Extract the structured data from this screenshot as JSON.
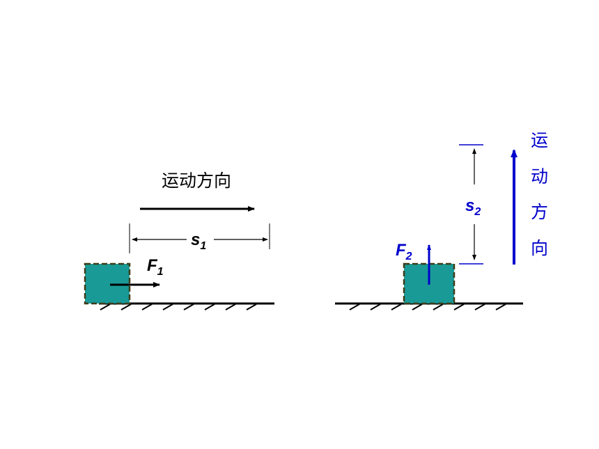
{
  "left_diagram": {
    "direction_label": "运动方向",
    "displacement_label": {
      "main": "s",
      "sub": "1"
    },
    "force_label": {
      "main": "F",
      "sub": "1"
    }
  },
  "right_diagram": {
    "direction_chars": [
      "运",
      "动",
      "方",
      "向"
    ],
    "displacement_label": {
      "main": "s",
      "sub": "2"
    },
    "force_label": {
      "main": "F",
      "sub": "2"
    }
  },
  "colors": {
    "block_fill": "#1a9a96",
    "block_border": "#3d3d1a",
    "ink": "#000000",
    "accent_blue": "#0000cc"
  }
}
